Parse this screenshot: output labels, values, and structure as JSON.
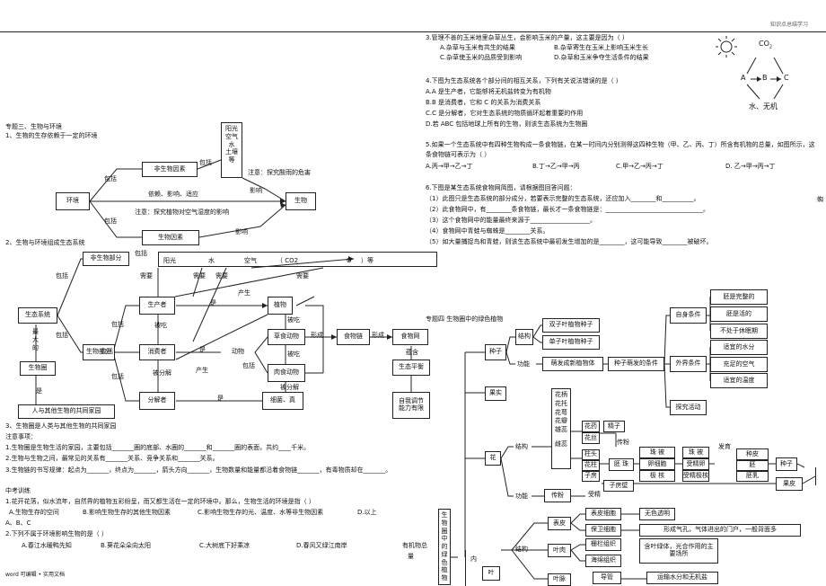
{
  "header": {
    "right": "知识点总结学习"
  },
  "footer": {
    "left": "word 可编辑 • 实用文档"
  },
  "s3": {
    "title": "专题三、生物与环境",
    "t1": "1、生物的生存依赖于一定的环境",
    "env": "环境",
    "bio": "生物",
    "nonbio": "非生物因素",
    "biof": "生物因素",
    "nonbio_items": [
      "阳光",
      "空气",
      "水",
      "土壤",
      "等"
    ],
    "inc": "包括",
    "dep": "依赖、影响、适应",
    "note1": "注意：探究酸雨的危害",
    "note2": "注意：探究植物对空气湿度的影响",
    "influence": "影响",
    "t2": "2、生物与环境组成生态系统",
    "eco": "生态系统",
    "nonbio_part": "非生物部分",
    "bio_part": "生物部分",
    "sunlight": "阳光",
    "water": "水",
    "air": "空气",
    "co2": "（ CO2",
    "o2": "O",
    "etc": "）等",
    "need": "需要",
    "producer": "生产者",
    "consumer": "消费者",
    "decomposer": "分解者",
    "is": "是",
    "eaten": "被吃",
    "eaten_decomp": "被分解",
    "produce": "产生",
    "plant": "植物",
    "animal": "动物",
    "herbivore": "草食动物",
    "carnivore": "肉食动物",
    "bact": "细菌、真",
    "foodchain": "食物链",
    "foodweb": "食物网",
    "forms": "形成",
    "contains": "蕴含",
    "balance": "生态平衡",
    "selfreg": "自我调节能力有限",
    "biggest": "最大的",
    "biosphere": "生物圈",
    "home": "人与其他生物的共同家园",
    "t3": "3、生物圈是人类与其他生物的共同家园",
    "notes_title": "注意事项：",
    "n1": "1.生物圈是生物生活的家园，主要包括_______圈的底部、水圈的_______和_______圈的表面，共约____千米。",
    "n2": "2.生物与生物之间，最常见的关系有_______关系、竞争关系和_______关系。",
    "n3": "3.生物链的书写规律：起点为_______，终点为_______，箭头方向_______，生物数量和能量都沿着食物链_______，有毒物质却在_______。",
    "exam_title": "中考训练",
    "e1": "1.花开花落，似水流年，自然界的植物五彩纷呈，而又都生活在一定的环境中。那么，生物生活的环境是指（    ）",
    "e1a": "A.生物生存的空间",
    "e1b": "B.影响生物生存的其他生物因素",
    "e1c": "C.影响生物生存的光、温度、水等非生物因素",
    "e1d": "D.以上",
    "e1e": "A、B、C",
    "e2": "2.下列不属于环境影响生物的是（    ）",
    "e2a": "A.春江水暖鸭先知",
    "e2b": "B.葵花朵朵向太阳",
    "e2c": "C.大树底下好乘凉",
    "e2d": "D.春风又绿江南岸"
  },
  "right": {
    "q3": "3.管理不善的玉米地里杂草丛生，会影响玉米的产量，这主要是因为（    ）",
    "q3a": "A.杂草与玉米有共生的结果",
    "q3b": "B.杂草寄生在玉米上影响玉米生长",
    "q3c": "C.杂草使玉米的品质受到影响",
    "q3d": "D.杂草和玉米争夺生活条件的结果",
    "q4": "4.下图为生态系统各个部分间的相互关系，下列有关说法错误的是（    ）",
    "q4a": "A.A 是生产者，它能够将无机盐转变为有机物",
    "q4b": "B.B 是消费者，它和 C 的关系为消费关系",
    "q4c": "C.C 是分解者，它对生态系统的物质循环起着重要的作用",
    "q4d": "D.若 ABC 包括地球上所有的生物，则该生态系统为生物圈",
    "q5": "5.如果一个生态系统中有四种生物构成一条食物链，在某一时间内分别测得这四种生物（甲、乙、丙、丁）所含有机物的总量，如图所示，这条食物链可表示为（    ）",
    "q5a": "A.丙→甲→乙→丁",
    "q5b": "B.丁→乙→甲→丙",
    "q5c": "C.甲→乙→丙→丁",
    "q5d": "D.  乙→甲→丙→丁",
    "q6": "6.下图是某生态系统食物网简图，请根据图回答问题：",
    "q6_1": "（1）此图只是生态系统的部分成分，若要表示完整的生态系统，还应加入________和__________。",
    "q6_2": "（2）此食物网中，有________条食物链，最长才一条食物链是：_______________________________。",
    "q6_3": "（3）这个食物网中的能量最终来源于___________________。",
    "q6_4": "（4）食物网中青蛙与蜘蛛是________关系。",
    "q6_5": "（5）如大量捕捉鸟和青蛙，则该生态系统中最初发生增加的是________，这可能导致________被破坏。",
    "cyc_co2": "CO",
    "cyc_co2_sub": "2",
    "cyc_a": "A",
    "cyc_b": "B",
    "cyc_c": "C",
    "cyc_w": "水、无机",
    "edge": "蜘",
    "s4_title": "专题四  生物圈中的绿色植物",
    "seed": "种子",
    "structure": "结构",
    "function": "功能",
    "dicot": "双子叶植物种子",
    "monocot": "单子叶植物种子",
    "germ_new": "萌发成新植物体",
    "seed_germ": "种子萌发的条件",
    "self_cond": "自身条件",
    "ext_cond": "外界条件",
    "explore": "探究活动",
    "self1": "胚是完整的",
    "self2": "胚是活的",
    "self3": "不处于休眠期",
    "ext1": "适宜的水分",
    "ext2": "充足的空气",
    "ext3": "适宜的温度",
    "fruit": "果实",
    "flower": "花",
    "flower_parts": [
      "花柄",
      "花托",
      "花萼",
      "花瓣",
      "雄蕊"
    ],
    "pistil": "雌蕊",
    "anther": "花药",
    "filament": "花丝",
    "pollen": "精子",
    "stigma": "柱头",
    "style": "花柱",
    "ovary": "子房",
    "ovary_wall": "子房壁",
    "pollinate": "传粉",
    "ovule": "胚",
    "pearl": "珠",
    "ovule_label": "珠  被",
    "egg": "卵细胞",
    "polar": "极  核",
    "seed_coat": "种皮",
    "zygote": "受精卵",
    "fert_polar": "受精极核",
    "embryo": "胚",
    "endo": "胚乳",
    "develop": "发育",
    "fruit_peel": "果皮",
    "seed2": "种子",
    "fert": "受精",
    "function2": "功能",
    "pollinate2": "传粉",
    "fertil": "受精",
    "organic": "有机物总",
    "organic2": "量",
    "plant_body": "生物圈中的绿色植物",
    "leaf": "叶",
    "inside": "内",
    "epidermis": "表皮",
    "upper": "表皮细胞",
    "guard": "保卫细胞",
    "epi1": "无色透明",
    "epi2": "形成气孔，气体进出的门户，一般背面多",
    "mesophyll": "叶肉",
    "palisade": "栅栏组织",
    "spongy": "海绵组织",
    "meso_desc": "含叶绿体，光合作用的主要场所",
    "vein": "叶脉",
    "vessel": "导管",
    "vessel_desc": "运输水分和无机盐"
  }
}
